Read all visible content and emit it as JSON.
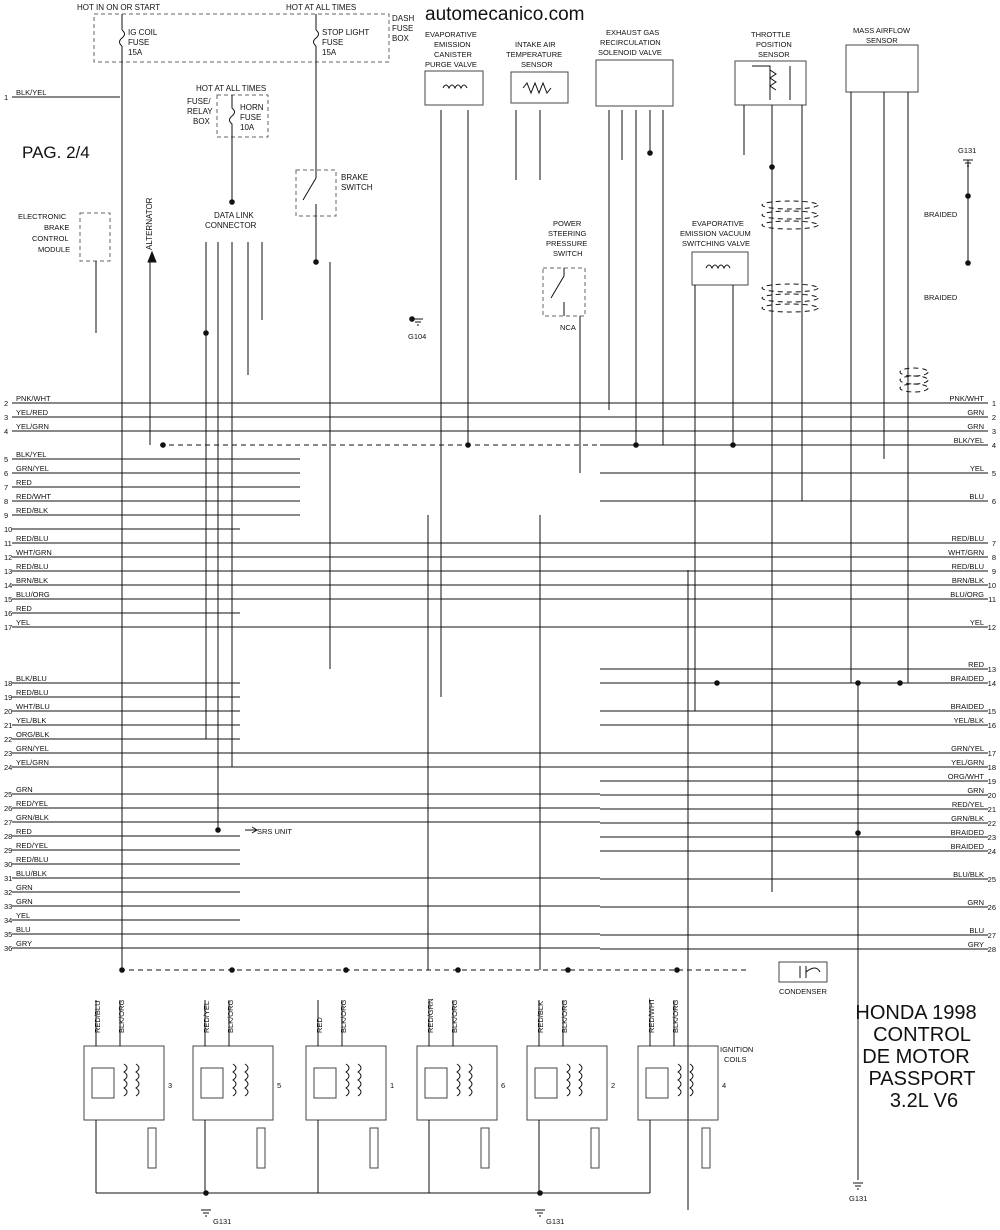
{
  "site": "automecanico.com",
  "page_label": "PAG. 2/4",
  "title_lines": [
    "HONDA 1998",
    "CONTROL",
    "DE MOTOR",
    "PASSPORT",
    "3.2L V6"
  ],
  "top": {
    "hot_in_on": "HOT IN ON OR START",
    "hot_all_times": "HOT AT ALL TIMES",
    "dash_fuse_box": [
      "DASH",
      "FUSE",
      "BOX"
    ],
    "ig_coil_fuse": [
      "IG COIL",
      "FUSE",
      "15A"
    ],
    "stop_light_fuse": [
      "STOP LIGHT",
      "FUSE",
      "15A"
    ],
    "hot_all_times_2": "HOT AT ALL TIMES",
    "fuse_relay_box": [
      "FUSE/",
      "RELAY",
      "BOX"
    ],
    "horn_fuse": [
      "HORN",
      "FUSE",
      "10A"
    ],
    "brake_switch": [
      "BRAKE",
      "SWITCH"
    ],
    "data_link": [
      "DATA LINK",
      "CONNECTOR"
    ],
    "ebcm": [
      "ELECTRONIC",
      "BRAKE",
      "CONTROL",
      "MODULE"
    ],
    "alternator": "ALTERNATOR",
    "evap_purge": [
      "EVAPORATIVE",
      "EMISSION",
      "CANISTER",
      "PURGE VALVE"
    ],
    "iat": [
      "INTAKE AIR",
      "TEMPERATURE",
      "SENSOR"
    ],
    "egr": [
      "EXHAUST GAS",
      "RECIRCULATION",
      "SOLENOID VALVE"
    ],
    "tps": [
      "THROTTLE",
      "POSITION",
      "SENSOR"
    ],
    "maf": [
      "MASS AIRFLOW",
      "SENSOR"
    ],
    "psps": [
      "POWER",
      "STEERING",
      "PRESSURE",
      "SWITCH"
    ],
    "evap_vac": [
      "EVAPORATIVE",
      "EMISSION VACUUM",
      "SWITCHING VALVE"
    ],
    "ignition_coils": [
      "IGNITION",
      "COILS"
    ],
    "condenser": "CONDENSER",
    "srs_unit": "SRS UNIT",
    "g104": "G104",
    "g131": "G131",
    "braided": "BRAIDED",
    "nca": "NCA"
  },
  "left_wires": [
    {
      "n": "1",
      "c": "BLK/YEL"
    },
    {
      "n": "2",
      "c": "PNK/WHT"
    },
    {
      "n": "3",
      "c": "YEL/RED"
    },
    {
      "n": "4",
      "c": "YEL/GRN"
    },
    {
      "n": "5",
      "c": "BLK/YEL"
    },
    {
      "n": "6",
      "c": "GRN/YEL"
    },
    {
      "n": "7",
      "c": "RED"
    },
    {
      "n": "8",
      "c": "RED/WHT"
    },
    {
      "n": "9",
      "c": "RED/BLK"
    },
    {
      "n": "10",
      "c": ""
    },
    {
      "n": "11",
      "c": "RED/BLU"
    },
    {
      "n": "12",
      "c": "WHT/GRN"
    },
    {
      "n": "13",
      "c": "RED/BLU"
    },
    {
      "n": "14",
      "c": "BRN/BLK"
    },
    {
      "n": "15",
      "c": "BLU/ORG"
    },
    {
      "n": "16",
      "c": "RED"
    },
    {
      "n": "17",
      "c": "YEL"
    },
    {
      "n": "18",
      "c": "BLK/BLU"
    },
    {
      "n": "19",
      "c": "RED/BLU"
    },
    {
      "n": "20",
      "c": "WHT/BLU"
    },
    {
      "n": "21",
      "c": "YEL/BLK"
    },
    {
      "n": "22",
      "c": "ORG/BLK"
    },
    {
      "n": "23",
      "c": "GRN/YEL"
    },
    {
      "n": "24",
      "c": "YEL/GRN"
    },
    {
      "n": "25",
      "c": "GRN"
    },
    {
      "n": "26",
      "c": "RED/YEL"
    },
    {
      "n": "27",
      "c": "GRN/BLK"
    },
    {
      "n": "28",
      "c": "RED"
    },
    {
      "n": "29",
      "c": "RED/YEL"
    },
    {
      "n": "30",
      "c": "RED/BLU"
    },
    {
      "n": "31",
      "c": "BLU/BLK"
    },
    {
      "n": "32",
      "c": "GRN"
    },
    {
      "n": "33",
      "c": "GRN"
    },
    {
      "n": "34",
      "c": "YEL"
    },
    {
      "n": "35",
      "c": "BLU"
    },
    {
      "n": "36",
      "c": "GRY"
    }
  ],
  "right_wires": [
    {
      "n": "1",
      "c": "PNK/WHT"
    },
    {
      "n": "2",
      "c": "GRN"
    },
    {
      "n": "3",
      "c": "GRN"
    },
    {
      "n": "4",
      "c": "BLK/YEL"
    },
    {
      "n": "5",
      "c": "YEL"
    },
    {
      "n": "6",
      "c": "BLU"
    },
    {
      "n": "7",
      "c": "RED/BLU"
    },
    {
      "n": "8",
      "c": "WHT/GRN"
    },
    {
      "n": "9",
      "c": "RED/BLU"
    },
    {
      "n": "10",
      "c": "BRN/BLK"
    },
    {
      "n": "11",
      "c": "BLU/ORG"
    },
    {
      "n": "12",
      "c": "YEL"
    },
    {
      "n": "13",
      "c": "RED"
    },
    {
      "n": "14",
      "c": "BRAIDED"
    },
    {
      "n": "15",
      "c": "BRAIDED"
    },
    {
      "n": "16",
      "c": "YEL/BLK"
    },
    {
      "n": "17",
      "c": "GRN/YEL"
    },
    {
      "n": "18",
      "c": "YEL/GRN"
    },
    {
      "n": "19",
      "c": "ORG/WHT"
    },
    {
      "n": "20",
      "c": "GRN"
    },
    {
      "n": "21",
      "c": "RED/YEL"
    },
    {
      "n": "22",
      "c": "GRN/BLK"
    },
    {
      "n": "23",
      "c": "BRAIDED"
    },
    {
      "n": "24",
      "c": "BRAIDED"
    },
    {
      "n": "25",
      "c": "BLU/BLK"
    },
    {
      "n": "26",
      "c": "GRN"
    },
    {
      "n": "27",
      "c": "BLU"
    },
    {
      "n": "28",
      "c": "GRY"
    }
  ],
  "coils": [
    {
      "wire1": "RED/BLU",
      "wire2": "BLK/ORG",
      "cyl": "3"
    },
    {
      "wire1": "RED/YEL",
      "wire2": "BLK/ORG",
      "cyl": "5"
    },
    {
      "wire1": "RED",
      "wire2": "BLK/ORG",
      "cyl": "1"
    },
    {
      "wire1": "RED/GRN",
      "wire2": "BLK/ORG",
      "cyl": "6"
    },
    {
      "wire1": "RED/BLK",
      "wire2": "BLK/ORG",
      "cyl": "2"
    },
    {
      "wire1": "RED/WHT",
      "wire2": "BLK/ORG",
      "cyl": "4"
    }
  ]
}
